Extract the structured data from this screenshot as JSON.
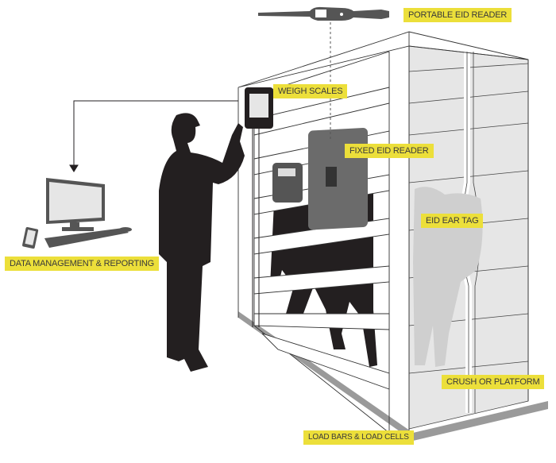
{
  "labels": {
    "portable_eid_reader": "PORTABLE EID READER",
    "weigh_scales": "WEIGH SCALES",
    "fixed_eid_reader": "FIXED EID READER",
    "eid_ear_tag": "EID EAR TAG",
    "data_management": "DATA MANAGEMENT & REPORTING",
    "crush_or_platform": "CRUSH OR PLATFORM",
    "load_bars": "LOAD BARS & LOAD CELLS"
  },
  "colors": {
    "label_bg": "#ecdf3a",
    "silhouette": "#231f20",
    "device": "#555555"
  }
}
